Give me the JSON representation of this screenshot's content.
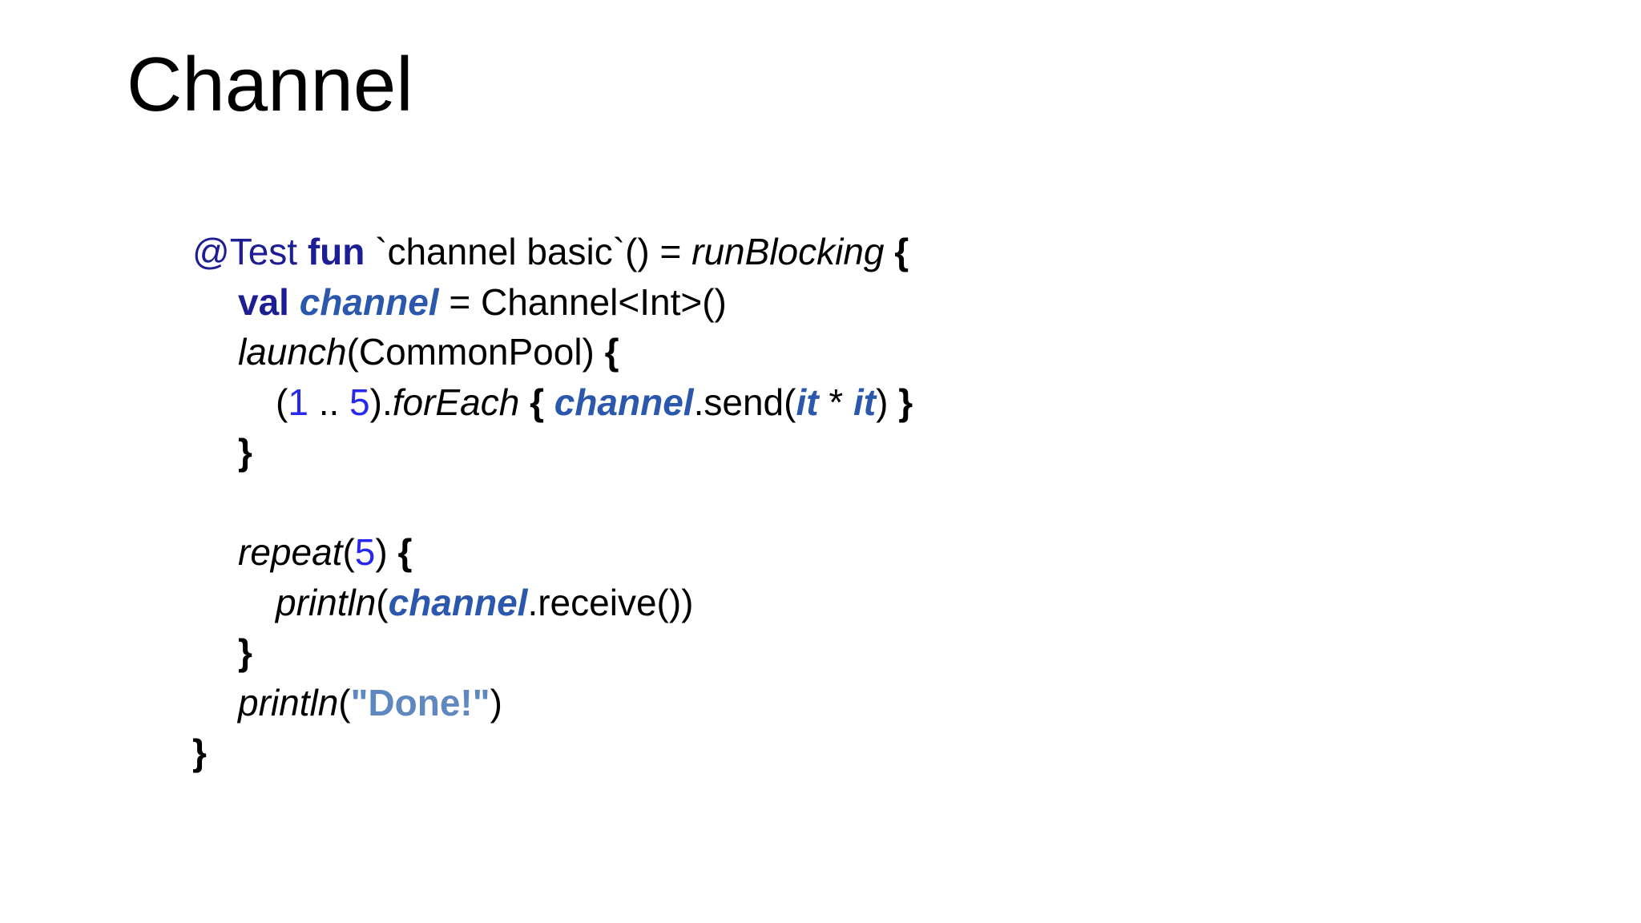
{
  "slide": {
    "title": "Channel",
    "background": "#ffffff"
  },
  "colors": {
    "keyword_navy": "#1d1d94",
    "property_blue": "#2b57ad",
    "number_blue": "#2727f0",
    "string_blue": "#5f88c0",
    "text_black": "#000000"
  },
  "code": {
    "language": "kotlin",
    "lines": [
      {
        "indent": 0,
        "tokens": [
          {
            "t": "@Test",
            "s": "ann"
          },
          {
            "t": " ",
            "s": "plain"
          },
          {
            "t": "fun",
            "s": "kw"
          },
          {
            "t": " `channel basic`() = ",
            "s": "plain"
          },
          {
            "t": "runBlocking",
            "s": "italic"
          },
          {
            "t": " ",
            "s": "plain"
          },
          {
            "t": "{",
            "s": "brace"
          }
        ]
      },
      {
        "indent": 1,
        "tokens": [
          {
            "t": "val",
            "s": "kw"
          },
          {
            "t": " ",
            "s": "plain"
          },
          {
            "t": "channel",
            "s": "prop"
          },
          {
            "t": " = Channel<Int>()",
            "s": "plain"
          }
        ]
      },
      {
        "indent": 1,
        "tokens": [
          {
            "t": "launch",
            "s": "italic"
          },
          {
            "t": "(CommonPool) ",
            "s": "plain"
          },
          {
            "t": "{",
            "s": "brace"
          }
        ]
      },
      {
        "indent": 2,
        "tokens": [
          {
            "t": "(",
            "s": "plain"
          },
          {
            "t": "1",
            "s": "num"
          },
          {
            "t": " .. ",
            "s": "plain"
          },
          {
            "t": "5",
            "s": "num"
          },
          {
            "t": ").",
            "s": "plain"
          },
          {
            "t": "forEach",
            "s": "italic"
          },
          {
            "t": " ",
            "s": "plain"
          },
          {
            "t": "{",
            "s": "brace"
          },
          {
            "t": " ",
            "s": "plain"
          },
          {
            "t": "channel",
            "s": "prop"
          },
          {
            "t": ".send(",
            "s": "plain"
          },
          {
            "t": "it",
            "s": "prop"
          },
          {
            "t": " * ",
            "s": "plain"
          },
          {
            "t": "it",
            "s": "prop"
          },
          {
            "t": ") ",
            "s": "plain"
          },
          {
            "t": "}",
            "s": "brace"
          }
        ]
      },
      {
        "indent": 1,
        "tokens": [
          {
            "t": "}",
            "s": "brace"
          }
        ]
      },
      {
        "indent": 0,
        "tokens": []
      },
      {
        "indent": 1,
        "tokens": [
          {
            "t": "repeat",
            "s": "italic"
          },
          {
            "t": "(",
            "s": "plain"
          },
          {
            "t": "5",
            "s": "num"
          },
          {
            "t": ") ",
            "s": "plain"
          },
          {
            "t": "{",
            "s": "brace"
          }
        ]
      },
      {
        "indent": 2,
        "tokens": [
          {
            "t": "println",
            "s": "italic"
          },
          {
            "t": "(",
            "s": "plain"
          },
          {
            "t": "channel",
            "s": "prop"
          },
          {
            "t": ".receive())",
            "s": "plain"
          }
        ]
      },
      {
        "indent": 1,
        "tokens": [
          {
            "t": "}",
            "s": "brace"
          }
        ]
      },
      {
        "indent": 1,
        "tokens": [
          {
            "t": "println",
            "s": "italic"
          },
          {
            "t": "(",
            "s": "plain"
          },
          {
            "t": "\"Done!\"",
            "s": "str"
          },
          {
            "t": ")",
            "s": "plain"
          }
        ]
      },
      {
        "indent": 0,
        "tokens": [
          {
            "t": "}",
            "s": "brace"
          }
        ]
      }
    ]
  }
}
